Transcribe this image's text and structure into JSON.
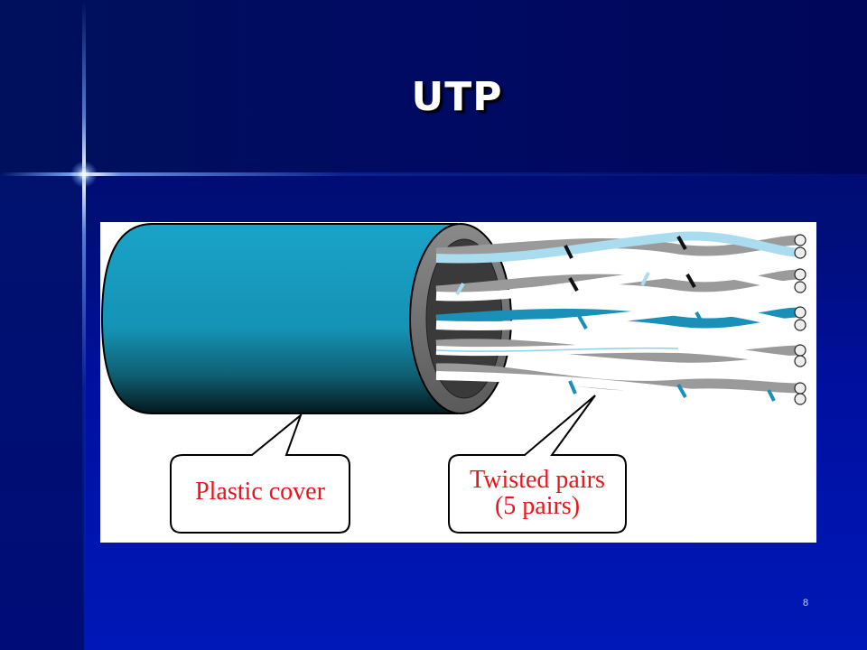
{
  "slide": {
    "title": "UTP",
    "page_number": "8"
  },
  "figure": {
    "callouts": {
      "plastic_cover": "Plastic cover",
      "twisted_pairs_line1": "Twisted pairs",
      "twisted_pairs_line2": "(5 pairs)"
    },
    "colors": {
      "cable_cover": "#1aa3c8",
      "callout_text": "#e8161c",
      "wire_gray": "#9a9a9a",
      "wire_light_blue": "#aadcf0",
      "wire_blue": "#1a90b8",
      "wire_black": "#111111",
      "wire_white": "#ffffff"
    }
  }
}
